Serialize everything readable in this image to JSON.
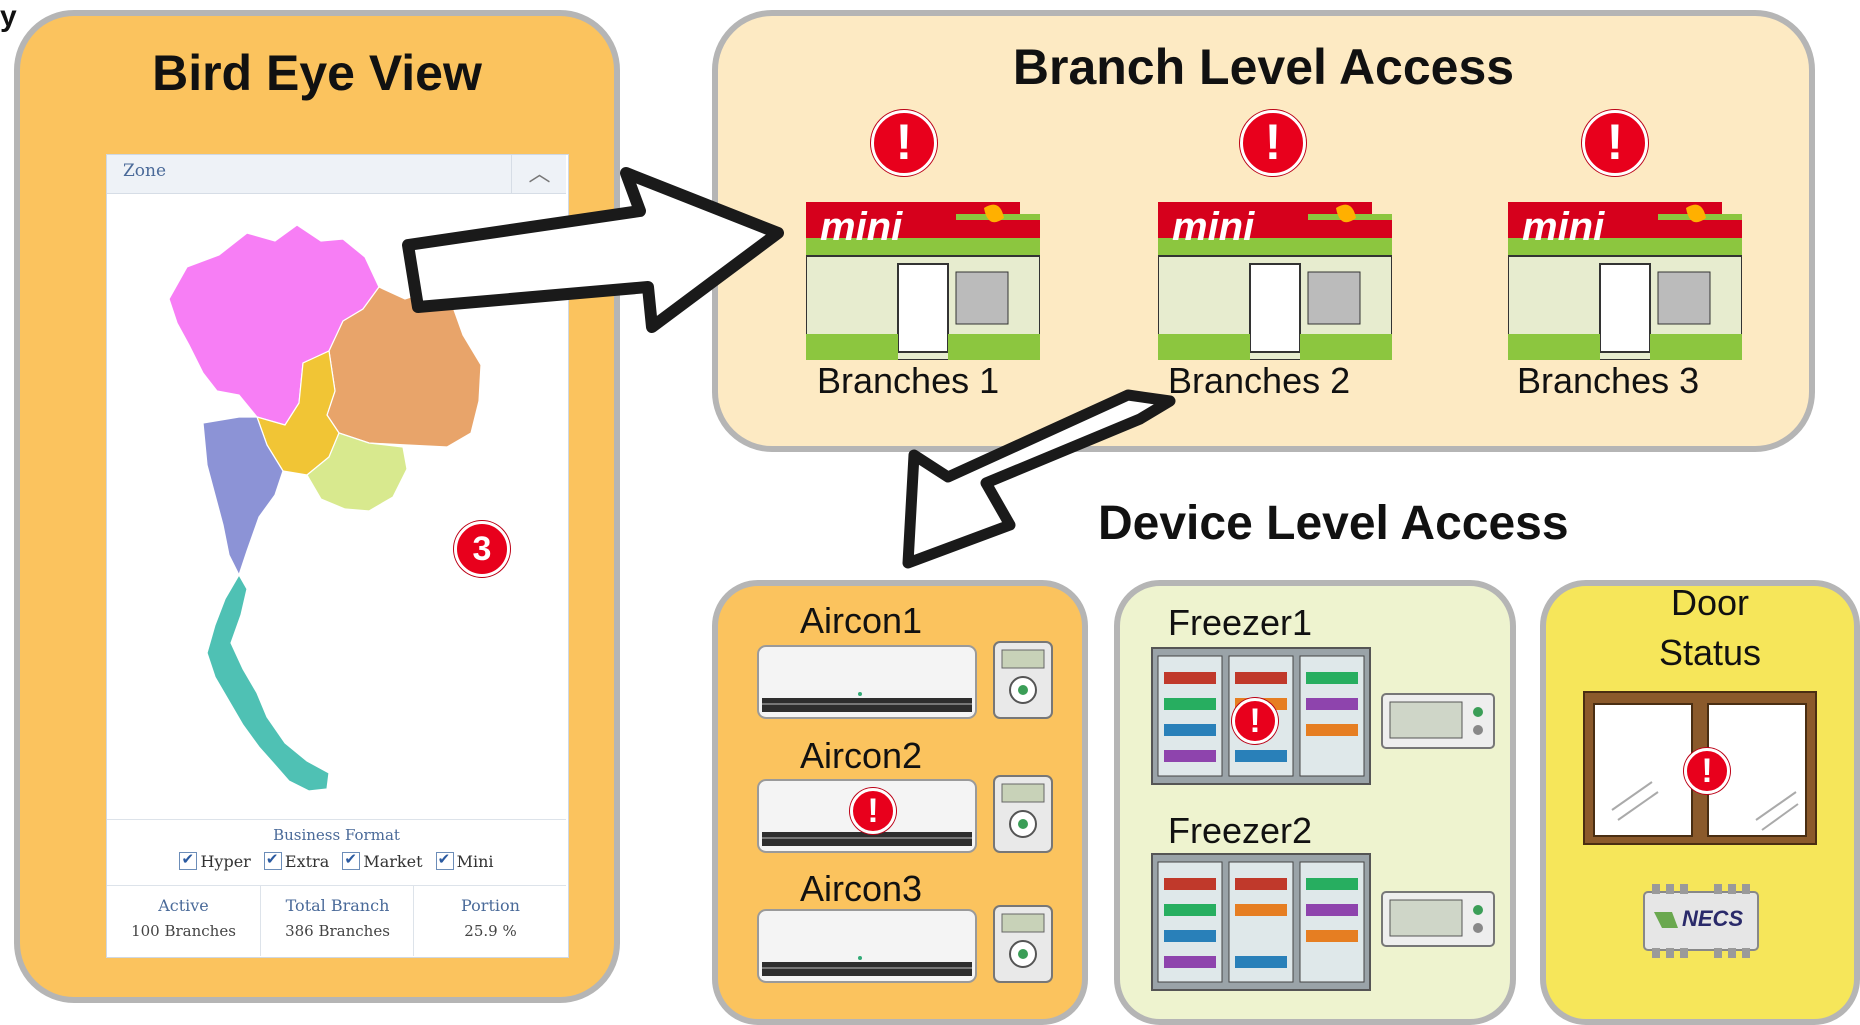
{
  "cut_letter": "y",
  "bird_eye": {
    "title": "Bird Eye View",
    "zone_label": "Zone",
    "zone_badge": "3",
    "business_format_title": "Business Format",
    "formats": [
      "Hyper",
      "Extra",
      "Market",
      "Mini"
    ],
    "stats": [
      {
        "label": "Active",
        "value": "100 Branches"
      },
      {
        "label": "Total Branch",
        "value": "386 Branches"
      },
      {
        "label": "Portion",
        "value": "25.9 %"
      }
    ]
  },
  "branch_level": {
    "title": "Branch Level Access",
    "store_sign": "mini",
    "branches": [
      "Branches 1",
      "Branches 2",
      "Branches 3"
    ]
  },
  "device_level": {
    "title": "Device Level Access",
    "aircons": [
      "Aircon1",
      "Aircon2",
      "Aircon3"
    ],
    "freezers": [
      "Freezer1",
      "Freezer2"
    ],
    "door_label_line1": "Door",
    "door_label_line2": "Status",
    "controller_brand": "NECS"
  },
  "alert_symbol": "!",
  "colors": {
    "panel_orange": "#fbc35e",
    "panel_cream": "#fdeac3",
    "panel_light_green": "#eef3cf",
    "panel_yellow": "#f6e65a",
    "alert_red": "#e8001c",
    "store_sign_red": "#d6001c",
    "store_green": "#8cc63f"
  }
}
